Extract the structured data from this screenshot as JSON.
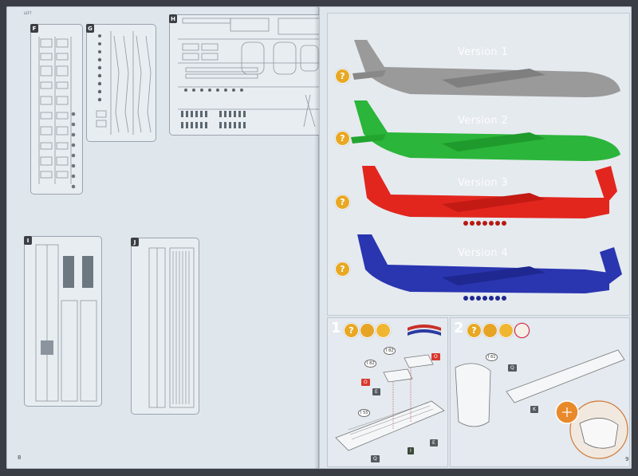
{
  "left_page": {
    "page_number": "8",
    "header_code": "LEFT",
    "sprues": [
      {
        "label": "F"
      },
      {
        "label": "G"
      },
      {
        "label": "H"
      },
      {
        "label": "I"
      },
      {
        "label": "J"
      }
    ]
  },
  "right_page": {
    "page_number": "9",
    "versions": [
      {
        "label": "Version 1",
        "color": "#9a9a9a",
        "badge": "?"
      },
      {
        "label": "Version 2",
        "color": "#2bb53a",
        "badge": "?"
      },
      {
        "label": "Version 3",
        "color": "#e2261e",
        "badge": "?"
      },
      {
        "label": "Version 4",
        "color": "#2a35b0",
        "badge": "?"
      }
    ],
    "step1": {
      "number": "1",
      "badge": "?",
      "callouts": [
        "I 82",
        "I 82",
        "I 55"
      ],
      "tags_red": [
        "O",
        "O"
      ],
      "tags_dark": [
        "E",
        "E",
        "Q"
      ],
      "tags_green": [
        "I"
      ]
    },
    "step2": {
      "number": "2",
      "badge": "?",
      "callouts": [
        "I 61"
      ],
      "tags_dark": [
        "Q",
        "K"
      ]
    }
  }
}
